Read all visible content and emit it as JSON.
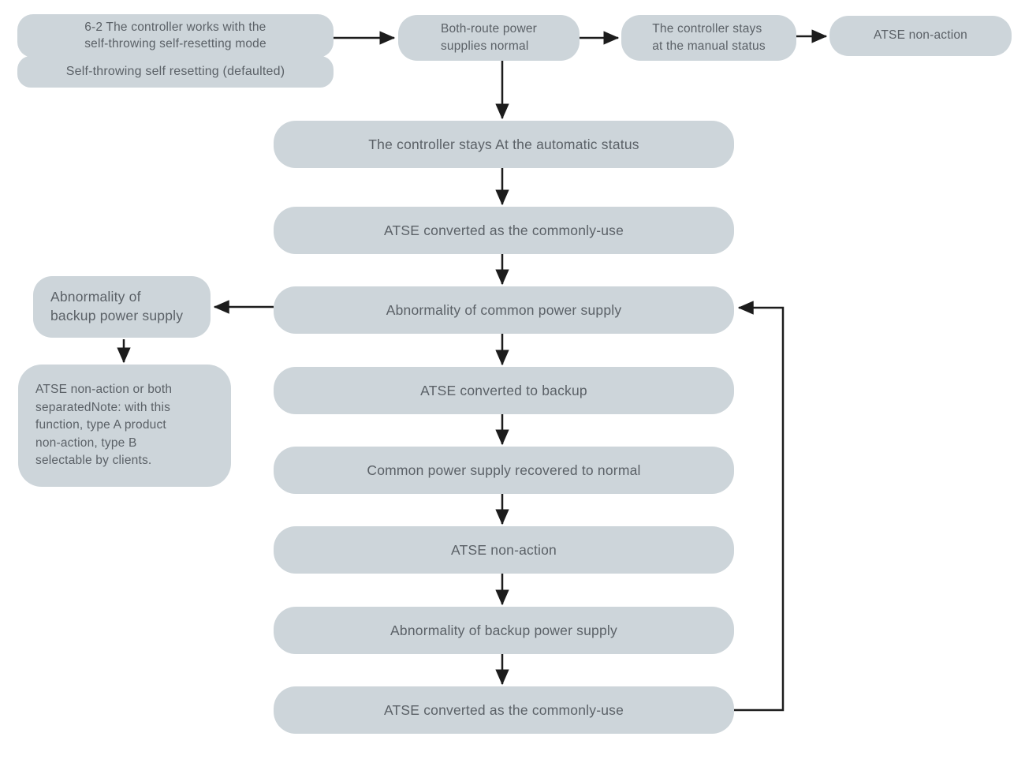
{
  "colors": {
    "background": "#ffffff",
    "node_fill": "#cdd5da",
    "node_text": "#5b6167",
    "arrow": "#1c1c1c"
  },
  "nodes": {
    "mode_title": {
      "label": "6-2 The controller works with the\nself-throwing self-resetting mode"
    },
    "mode_default": {
      "label": "Self-throwing self resetting (defaulted)"
    },
    "both_route_normal": {
      "label": "Both-route power\nsupplies normal"
    },
    "manual_status": {
      "label": "The controller stays\nat the manual status"
    },
    "atse_non_action_top": {
      "label": "ATSE non-action"
    },
    "automatic_status": {
      "label": "The controller stays At the automatic status"
    },
    "converted_common_1": {
      "label": "ATSE converted as the commonly-use"
    },
    "abnormal_common": {
      "label": "Abnormality of common power supply"
    },
    "abnormal_backup_left": {
      "label": "Abnormality of\nbackup power supply"
    },
    "non_action_note": {
      "label": "ATSE non-action or both\nseparatedNote: with this\nfunction, type A product\nnon-action, type B\nselectable by clients."
    },
    "converted_backup": {
      "label": "ATSE converted to backup"
    },
    "common_recovered": {
      "label": "Common power supply recovered to normal"
    },
    "atse_non_action_mid": {
      "label": "ATSE non-action"
    },
    "abnormal_backup_mid": {
      "label": "Abnormality of backup power supply"
    },
    "converted_common_2": {
      "label": "ATSE converted as the commonly-use"
    }
  },
  "edges": [
    {
      "from": "mode_title",
      "to": "both_route_normal"
    },
    {
      "from": "both_route_normal",
      "to": "manual_status"
    },
    {
      "from": "manual_status",
      "to": "atse_non_action_top"
    },
    {
      "from": "both_route_normal",
      "to": "automatic_status"
    },
    {
      "from": "automatic_status",
      "to": "converted_common_1"
    },
    {
      "from": "converted_common_1",
      "to": "abnormal_common"
    },
    {
      "from": "abnormal_common",
      "to": "abnormal_backup_left"
    },
    {
      "from": "abnormal_backup_left",
      "to": "non_action_note"
    },
    {
      "from": "abnormal_common",
      "to": "converted_backup"
    },
    {
      "from": "converted_backup",
      "to": "common_recovered"
    },
    {
      "from": "common_recovered",
      "to": "atse_non_action_mid"
    },
    {
      "from": "atse_non_action_mid",
      "to": "abnormal_backup_mid"
    },
    {
      "from": "abnormal_backup_mid",
      "to": "converted_common_2"
    },
    {
      "from": "converted_common_2",
      "to": "abnormal_common"
    }
  ]
}
